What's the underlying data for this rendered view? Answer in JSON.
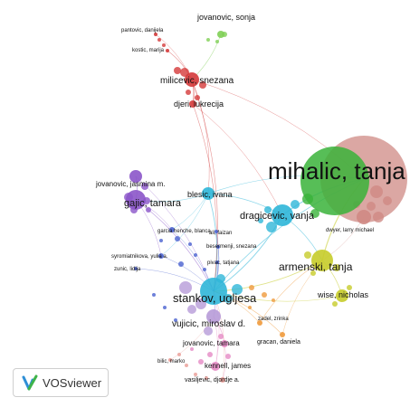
{
  "colors": {
    "red": "#d43a3a",
    "green": "#39b33a",
    "light_green": "#7fcf55",
    "cyan": "#2fb6d8",
    "purple": "#8b55c9",
    "yellow": "#c7cc2a",
    "salmon": "#cf8a84",
    "pink": "#e58ac4",
    "orange": "#ef9a3c",
    "blue": "#4a62d0",
    "lavender": "#b79bd8",
    "salmon_light": "#ea9b95"
  },
  "nodes": [
    {
      "id": "mihalic",
      "label": "mihalic, tanja",
      "color": "salmon"
    },
    {
      "id": "mihalic_green",
      "label": "",
      "color": "green"
    },
    {
      "id": "jovanovic_sonja",
      "label": "jovanovic, sonja",
      "color": "light_green"
    },
    {
      "id": "pantovic",
      "label": "pantovic, danijela",
      "color": "red"
    },
    {
      "id": "kostic",
      "label": "kostic, marija",
      "color": "red"
    },
    {
      "id": "milicevic",
      "label": "milicevic, snezana",
      "color": "red"
    },
    {
      "id": "djeri",
      "label": "djeri, lukrecija",
      "color": "red"
    },
    {
      "id": "jovanovic_jasmina",
      "label": "jovanovic, jasmina m.",
      "color": "purple"
    },
    {
      "id": "gajic",
      "label": "gajic, tamara",
      "color": "purple"
    },
    {
      "id": "blesic",
      "label": "blesic, ivana",
      "color": "cyan"
    },
    {
      "id": "dragicevic",
      "label": "dragicevic, vanja",
      "color": "cyan"
    },
    {
      "id": "dwyer",
      "label": "dwyer, larry michael",
      "color": "salmon"
    },
    {
      "id": "garcia",
      "label": "garcia henche, blanca",
      "color": "blue"
    },
    {
      "id": "ali",
      "label": "ali, faizan",
      "color": "blue"
    },
    {
      "id": "besermenji",
      "label": "besermenji, snezana",
      "color": "blue"
    },
    {
      "id": "syrogiannis",
      "label": "syromiatnikova, yulia a.",
      "color": "blue"
    },
    {
      "id": "pivac",
      "label": "pivac, tatjana",
      "color": "blue"
    },
    {
      "id": "zunic",
      "label": "zunic, lidija",
      "color": "blue"
    },
    {
      "id": "armenski",
      "label": "armenski, tanja",
      "color": "yellow"
    },
    {
      "id": "wise",
      "label": "wise, nicholas",
      "color": "yellow"
    },
    {
      "id": "stankov",
      "label": "stankov, ugljesa",
      "color": "cyan"
    },
    {
      "id": "vujicic",
      "label": "vujicic, miroslav d.",
      "color": "lavender"
    },
    {
      "id": "zadel",
      "label": "zadel, zrinka",
      "color": "orange"
    },
    {
      "id": "gracan",
      "label": "gracan, daniela",
      "color": "orange"
    },
    {
      "id": "jovanovic_tamara",
      "label": "jovanovic, tamara",
      "color": "pink"
    },
    {
      "id": "bilic",
      "label": "bilic, marko",
      "color": "salmon_light"
    },
    {
      "id": "kennell",
      "label": "kennell, james",
      "color": "pink"
    },
    {
      "id": "vasiljevic",
      "label": "vasiljevic, djordje a.",
      "color": "salmon_light"
    }
  ],
  "legend": {
    "logo_text": "VOSviewer",
    "logo_icon": "vosviewer-logo-icon"
  }
}
